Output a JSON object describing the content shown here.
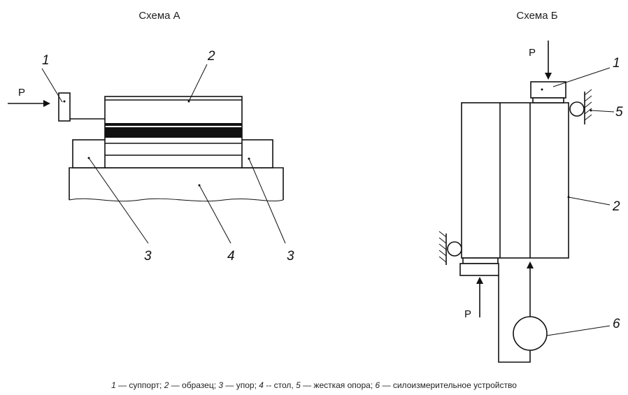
{
  "scheme_a": {
    "title": "Схема А",
    "force_label": "P",
    "labels": {
      "support": "1",
      "specimen": "2",
      "stop_left": "3",
      "table": "4",
      "stop_right": "3"
    }
  },
  "scheme_b": {
    "title": "Схема Б",
    "force_top_label": "P",
    "force_bottom_label": "P",
    "labels": {
      "support": "1",
      "rigid_support": "5",
      "specimen": "2",
      "load_device": "6"
    }
  },
  "caption": {
    "n1": "1",
    "t1": " — суппорт; ",
    "n2": "2",
    "t2": " — образец; ",
    "n3": "3",
    "t3": " — упор; ",
    "n4": "4",
    "t4": " -- стол, ",
    "n5": "5",
    "t5": " — жесткая опора; ",
    "n6": "6",
    "t6": " — силоизмерительное устройство"
  }
}
